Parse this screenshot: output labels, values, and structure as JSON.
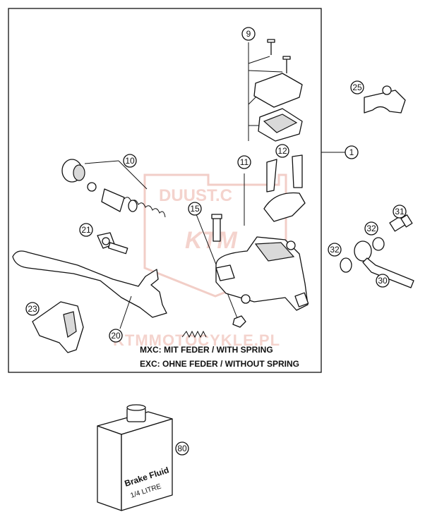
{
  "diagram": {
    "callouts": [
      "1",
      "9",
      "10",
      "11",
      "12",
      "15",
      "20",
      "21",
      "23",
      "25",
      "30",
      "31",
      "32",
      "32",
      "80"
    ],
    "notes": {
      "mxc": "MXC: MIT FEDER / WITH SPRING",
      "exc": "EXC: OHNE FEDER / WITHOUT SPRING"
    },
    "watermark": {
      "top": "DUUST.C",
      "logo": "KTM",
      "url": "KTMMOTOCYKLE.PL"
    },
    "bottle": {
      "label": "Brake Fluid",
      "volume": "1/4 LITRE"
    }
  }
}
